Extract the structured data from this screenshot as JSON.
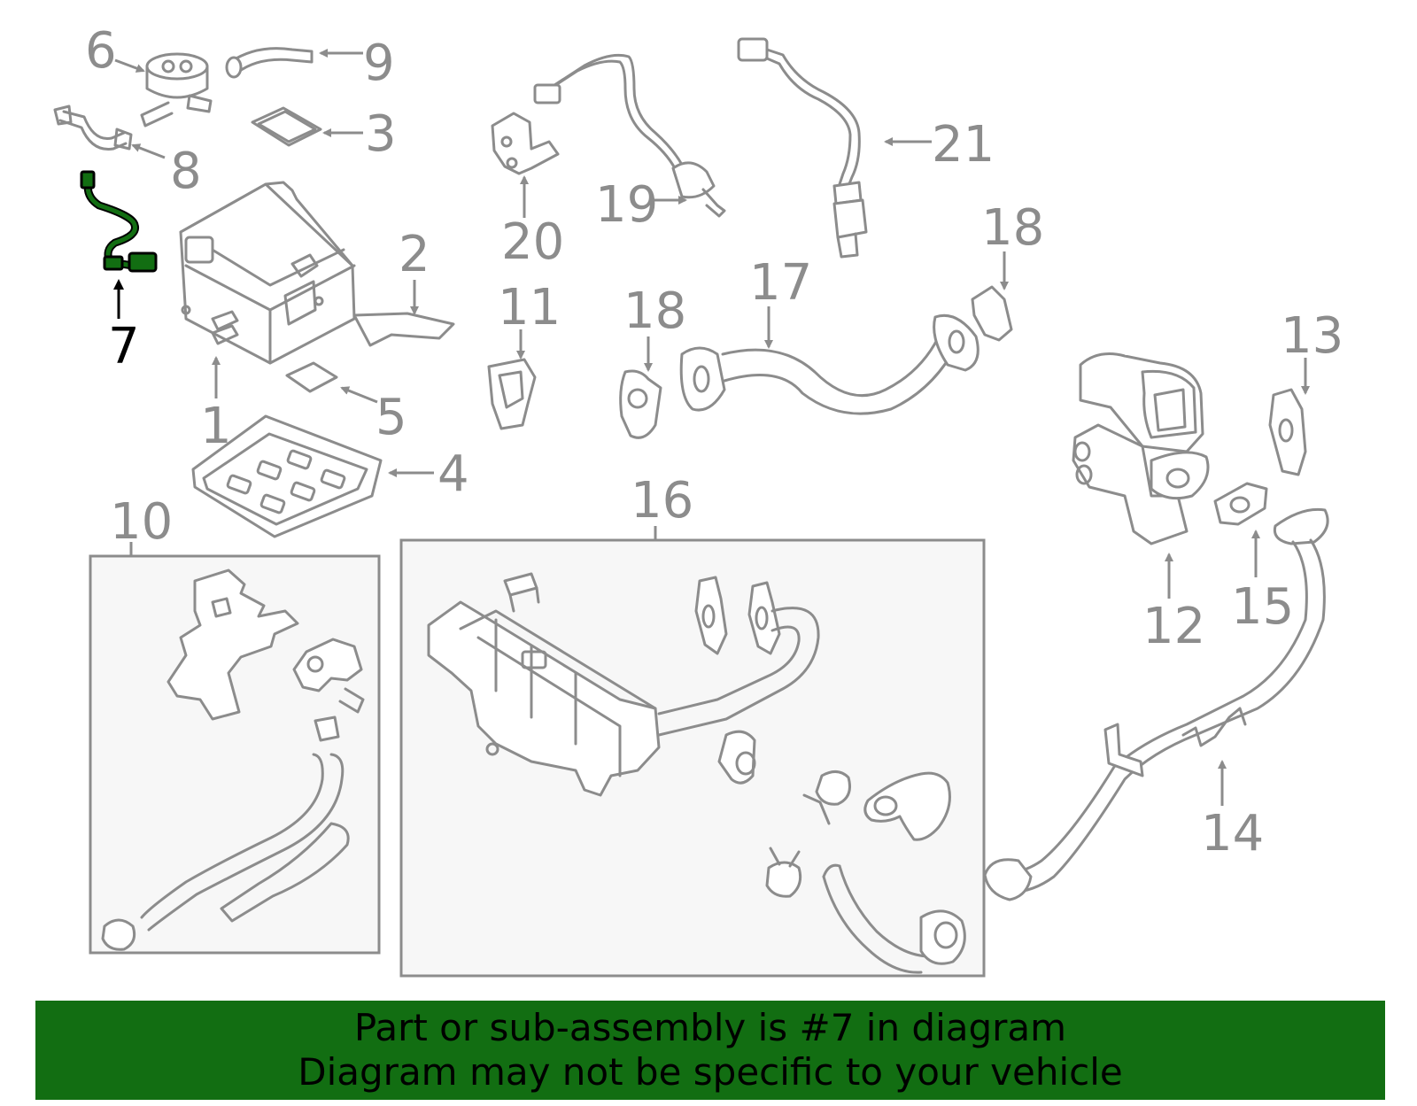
{
  "diagram": {
    "highlight_color": "#126e12",
    "line_color": "#8c8c8c",
    "highlighted_part": "7",
    "callouts": [
      "1",
      "2",
      "3",
      "4",
      "5",
      "6",
      "7",
      "8",
      "9",
      "10",
      "11",
      "12",
      "13",
      "14",
      "15",
      "16",
      "17",
      "18",
      "18",
      "19",
      "20",
      "21"
    ]
  },
  "banner": {
    "line1": "Part or sub-assembly is #7 in diagram",
    "line2": "Diagram may not be specific to your vehicle"
  }
}
